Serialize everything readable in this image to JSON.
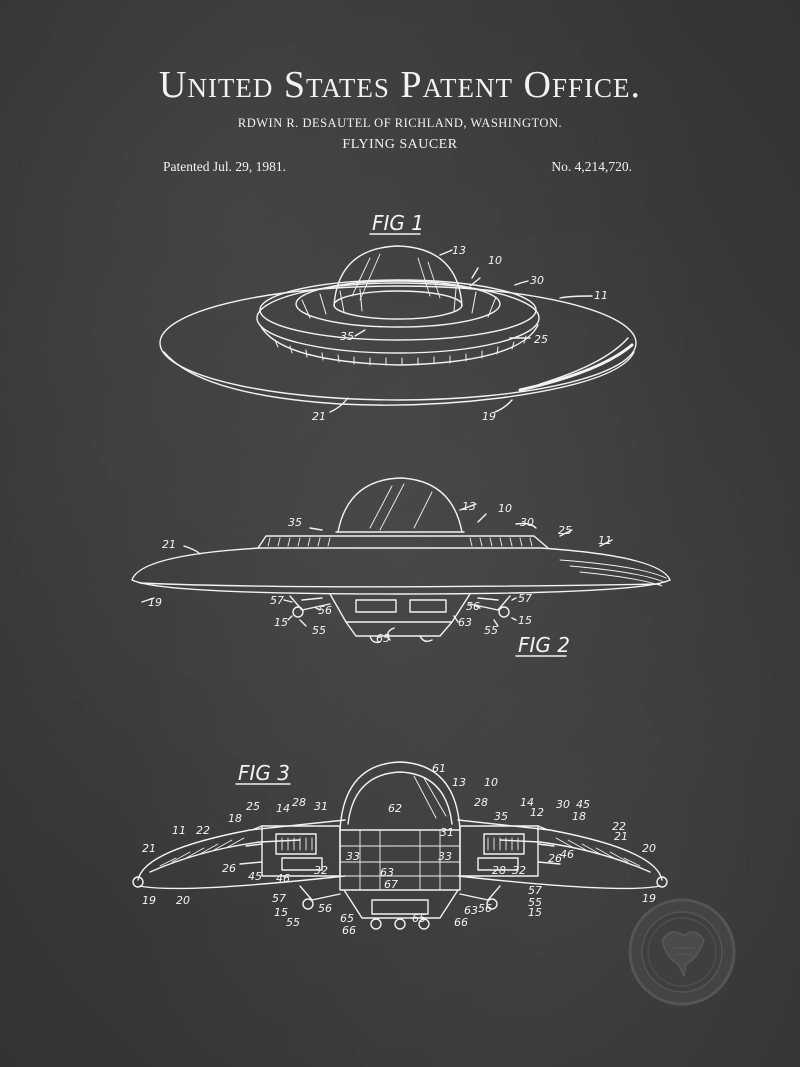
{
  "header": {
    "title": "United States Patent Office.",
    "inventor": "RDWIN R. DESAUTEL OF RICHLAND, WASHINGTON.",
    "subject": "FLYING SAUCER",
    "patented": "Patented Jul. 29, 1981.",
    "number": "No. 4,214,720."
  },
  "figures": {
    "fig1": {
      "label": "FIG 1",
      "refs": [
        "13",
        "10",
        "30",
        "11",
        "35",
        "25",
        "21",
        "19"
      ]
    },
    "fig2": {
      "label": "FIG 2",
      "refs": [
        "13",
        "10",
        "35",
        "30",
        "25",
        "21",
        "11",
        "19",
        "57",
        "56",
        "15",
        "55",
        "65",
        "63",
        "56",
        "57",
        "15",
        "55"
      ]
    },
    "fig3": {
      "label": "FIG 3",
      "refs": [
        "61",
        "13",
        "10",
        "28",
        "14",
        "12",
        "30",
        "45",
        "18",
        "35",
        "22",
        "21",
        "20",
        "19",
        "62",
        "31",
        "33",
        "63",
        "67",
        "65",
        "66",
        "57",
        "55",
        "15",
        "56",
        "32",
        "46",
        "26",
        "11",
        "25",
        "14",
        "28",
        "33",
        "31",
        "18",
        "22",
        "21",
        "26",
        "45",
        "46",
        "28",
        "32",
        "19",
        "20",
        "57",
        "15",
        "56",
        "55",
        "65",
        "63",
        "66"
      ]
    }
  },
  "seal": {
    "icon": "eagle-seal-icon"
  },
  "colors": {
    "background": "#3a3a3a",
    "chalk": "#f2f2f2"
  }
}
